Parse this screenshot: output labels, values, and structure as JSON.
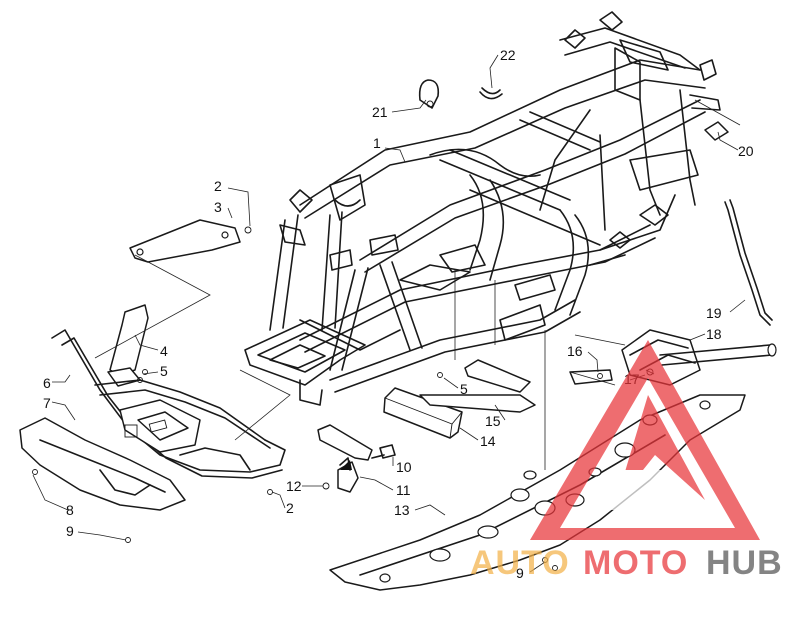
{
  "diagram": {
    "callouts": [
      {
        "id": "c1",
        "text": "1"
      },
      {
        "id": "c2a",
        "text": "2"
      },
      {
        "id": "c3",
        "text": "3"
      },
      {
        "id": "c4",
        "text": "4"
      },
      {
        "id": "c5a",
        "text": "5"
      },
      {
        "id": "c5b",
        "text": "5"
      },
      {
        "id": "c6",
        "text": "6"
      },
      {
        "id": "c7",
        "text": "7"
      },
      {
        "id": "c8",
        "text": "8"
      },
      {
        "id": "c9a",
        "text": "9"
      },
      {
        "id": "c2b",
        "text": "2"
      },
      {
        "id": "c10",
        "text": "10"
      },
      {
        "id": "c11",
        "text": "11"
      },
      {
        "id": "c12",
        "text": "12"
      },
      {
        "id": "c13",
        "text": "13"
      },
      {
        "id": "c14",
        "text": "14"
      },
      {
        "id": "c15",
        "text": "15"
      },
      {
        "id": "c16",
        "text": "16"
      },
      {
        "id": "c17",
        "text": "17"
      },
      {
        "id": "c18",
        "text": "18"
      },
      {
        "id": "c19",
        "text": "19"
      },
      {
        "id": "c20",
        "text": "20"
      },
      {
        "id": "c21",
        "text": "21"
      },
      {
        "id": "c22",
        "text": "22"
      },
      {
        "id": "c9b",
        "text": "9"
      }
    ]
  },
  "watermark": {
    "part1": "AUTO",
    "part2": "MOTO",
    "part3": "HUB",
    "color_primary": "#e8353a",
    "color_secondary": "#f3b24a",
    "color_dark": "#555555"
  }
}
